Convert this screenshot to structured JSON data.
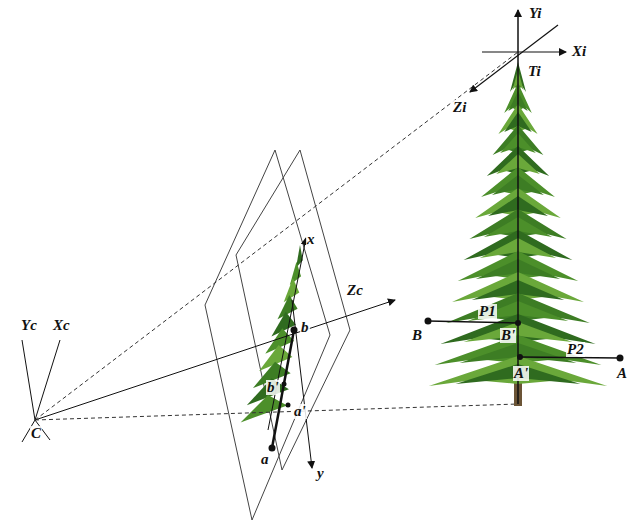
{
  "diagram": {
    "labels": [
      "Yi",
      "Xi",
      "Zi",
      "Ti",
      "B",
      "P1",
      "B'",
      "A'",
      "P2",
      "A",
      "Yc",
      "Xc",
      "Zc",
      "C",
      "x",
      "y",
      "b",
      "b'",
      "a'",
      "a"
    ]
  }
}
